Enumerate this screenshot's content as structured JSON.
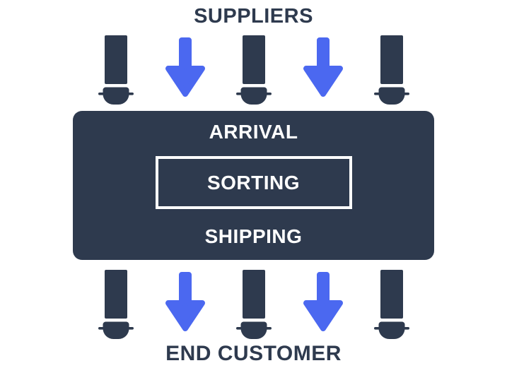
{
  "diagram": {
    "suppliers_label": "SUPPLIERS",
    "end_customer_label": "END CUSTOMER",
    "hub": {
      "arrival": "ARRIVAL",
      "sorting": "SORTING",
      "shipping": "SHIPPING"
    }
  },
  "icons": {
    "truck": "truck-top-view-icon",
    "arrow": "down-arrow-icon"
  },
  "colors": {
    "navy": "#2e3a4e",
    "blue": "#4b68f0",
    "white": "#ffffff",
    "background": "#ffffff"
  }
}
